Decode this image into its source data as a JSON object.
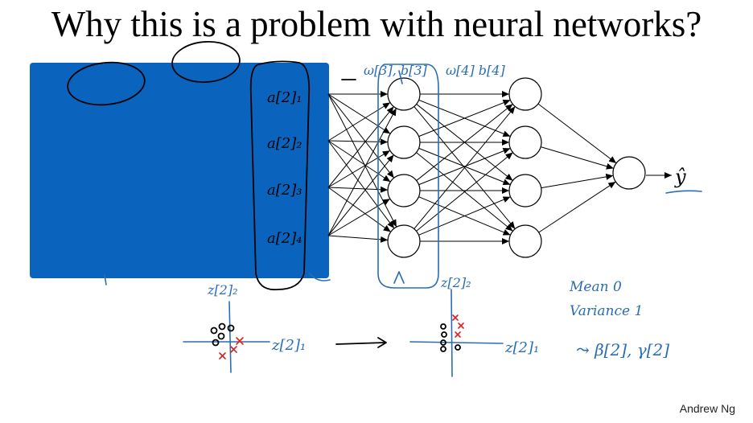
{
  "slide": {
    "title": "Why this is a problem with neural networks?",
    "author": "Andrew Ng"
  },
  "network": {
    "output_label": "ŷ"
  },
  "annotations": {
    "weights_layer3": "ω[3], b[3]",
    "weights_layer4": "ω[4] b[4]",
    "a1": "a[2]₁",
    "a2": "a[2]₂",
    "a3": "a[2]₃",
    "a4": "a[2]₄",
    "z2_axis_left": "z[2]₂",
    "z1_axis_left": "z[2]₁",
    "z2_axis_right": "z[2]₂",
    "z1_axis_right": "z[2]₁",
    "mean_note": "Mean 0",
    "variance_note": "Variance 1",
    "beta_gamma_note": "⤳ β[2], γ[2]"
  },
  "colors": {
    "occluder": "#0a64bd",
    "ink_blue": "#2a6db5",
    "ink_red": "#e02020"
  }
}
